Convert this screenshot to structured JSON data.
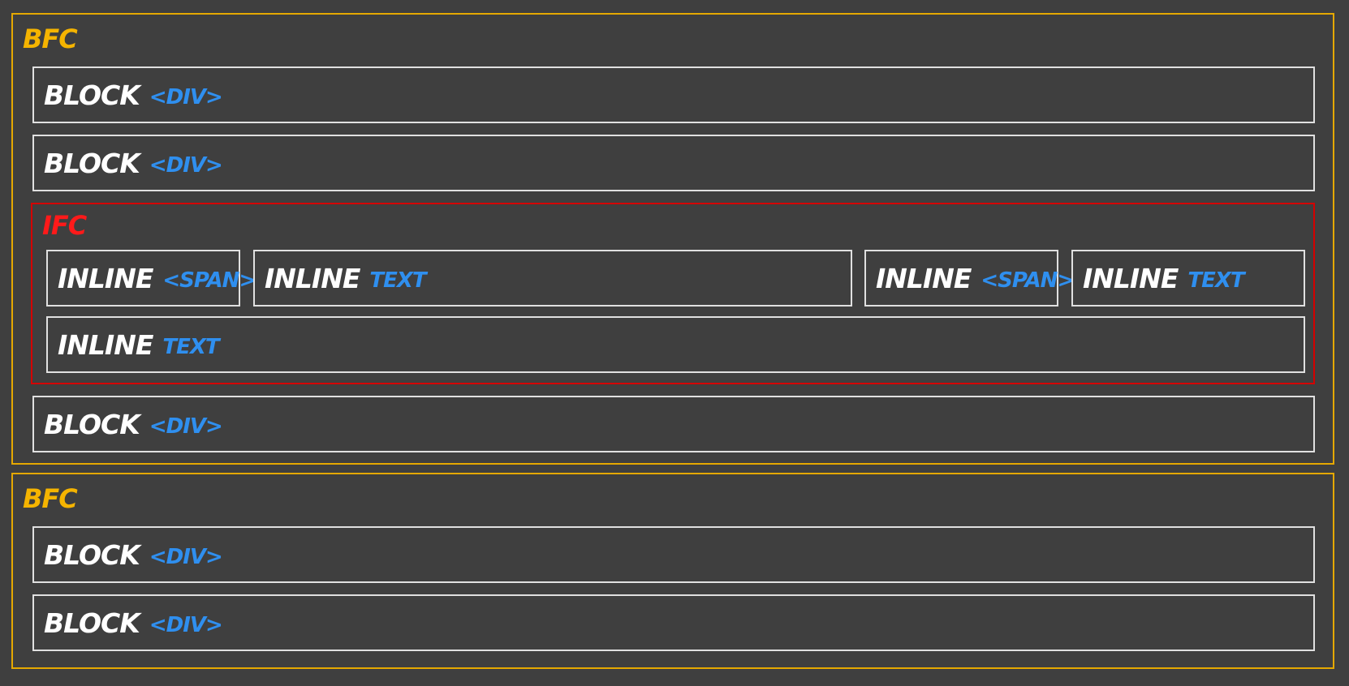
{
  "contexts": [
    {
      "label": "BFC",
      "blocks": [
        {
          "kind": "BLOCK",
          "tag": "<DIV>"
        },
        {
          "kind": "BLOCK",
          "tag": "<DIV>"
        },
        {
          "kind": "BLOCK",
          "tag": "<DIV>"
        }
      ],
      "ifc": {
        "label": "IFC",
        "items": [
          {
            "kind": "INLINE",
            "tag": "<SPAN>"
          },
          {
            "kind": "INLINE",
            "tag": "TEXT"
          },
          {
            "kind": "INLINE",
            "tag": "<SPAN>"
          },
          {
            "kind": "INLINE",
            "tag": "TEXT"
          },
          {
            "kind": "INLINE",
            "tag": "TEXT"
          }
        ]
      }
    },
    {
      "label": "BFC",
      "blocks": [
        {
          "kind": "BLOCK",
          "tag": "<DIV>"
        },
        {
          "kind": "BLOCK",
          "tag": "<DIV>"
        }
      ]
    }
  ],
  "colors": {
    "background": "#3f3f3f",
    "bfc_border": "#e5a800",
    "ifc_border": "#d40000",
    "box_border": "#e0e0e0",
    "kind_text": "#ffffff",
    "tag_text": "#2f8fef"
  }
}
